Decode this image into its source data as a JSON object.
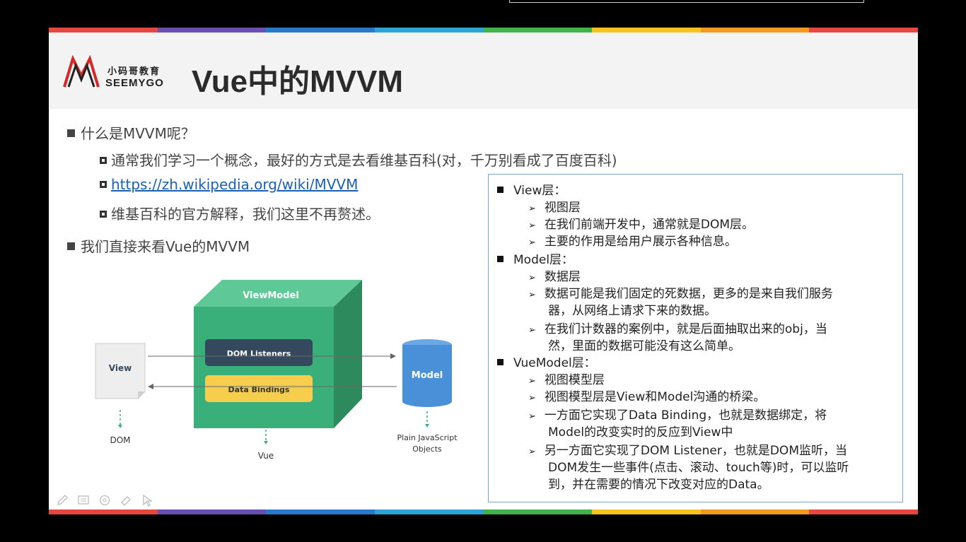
{
  "stripe_colors": [
    "#e8473f",
    "#6a4fb3",
    "#2a78c9",
    "#2ea3d6",
    "#41b24a",
    "#f7c21c",
    "#f39a1e",
    "#e8473f"
  ],
  "logo": {
    "cn": "小码哥教育",
    "en": "SEEMYGO",
    "mark_color": "#d62828"
  },
  "title": "Vue中的MVVM",
  "bullets": {
    "q": "什么是MVVM呢？",
    "sub1": "通常我们学习一个概念，最好的方式是去看维基百科(对，千万别看成了百度百科)",
    "link": "https://zh.wikipedia.org/wiki/MVVM",
    "sub3": "维基百科的官方解释，我们这里不再赘述。",
    "q2": "我们直接来看Vue的MVVM"
  },
  "diagram": {
    "viewmodel": "ViewModel",
    "dom_listeners": "DOM Listeners",
    "data_bindings": "Data Bindings",
    "view": "View",
    "model": "Model",
    "dom": "DOM",
    "vue": "Vue",
    "plain1": "Plain JavaScript",
    "plain2": "Objects",
    "colors": {
      "cube_front": "#3aaf7a",
      "cube_top": "#5ec996",
      "cube_side": "#2d8a5d",
      "listeners": "#35495e",
      "bindings": "#f6cd4c",
      "model": "#4a90d9"
    }
  },
  "info": {
    "view_h": "View层：",
    "view_1": "视图层",
    "view_2": "在我们前端开发中，通常就是DOM层。",
    "view_3": "主要的作用是给用户展示各种信息。",
    "model_h": "Model层：",
    "model_1": "数据层",
    "model_2a": "数据可能是我们固定的死数据，更多的是来自我们服务",
    "model_2b": "器，从网络上请求下来的数据。",
    "model_3a": "在我们计数器的案例中，就是后面抽取出来的obj，当",
    "model_3b": "然，里面的数据可能没有这么简单。",
    "vm_h": "VueModel层：",
    "vm_1": "视图模型层",
    "vm_2": "视图模型层是View和Model沟通的桥梁。",
    "vm_3a": "一方面它实现了Data Binding，也就是数据绑定，将",
    "vm_3b": "Model的改变实时的反应到View中",
    "vm_4a": "另一方面它实现了DOM Listener，也就是DOM监听，当",
    "vm_4b": "DOM发生一些事件(点击、滚动、touch等)时，可以监听",
    "vm_4c": "到，并在需要的情况下改变对应的Data。"
  },
  "toolbar_icons": [
    "pen-icon",
    "screen-icon",
    "eraser-icon",
    "highlighter-icon",
    "pointer-icon"
  ]
}
